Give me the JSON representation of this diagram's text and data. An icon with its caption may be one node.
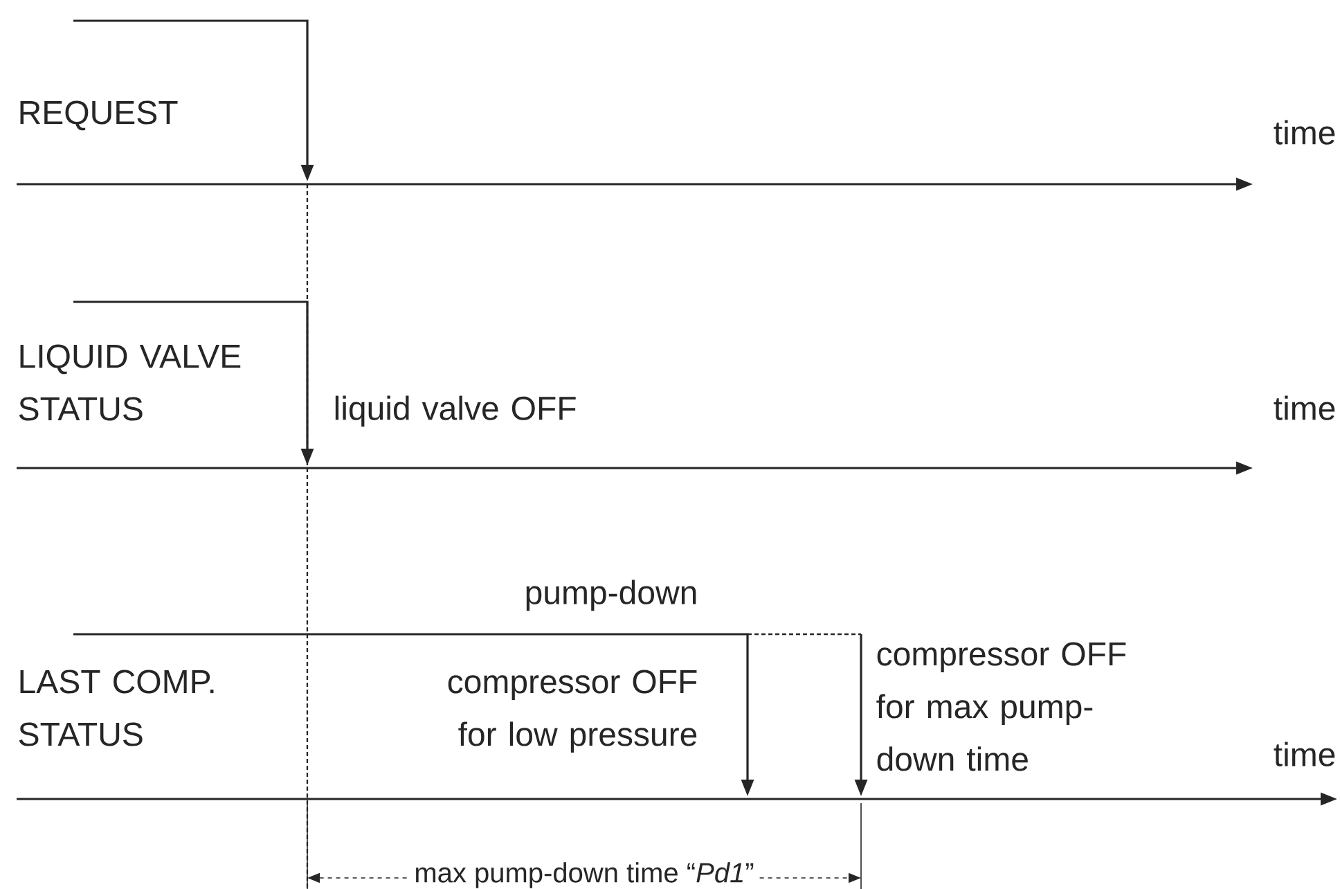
{
  "diagram": {
    "labels": [
      "REQUEST",
      "time",
      "LIQUID VALVE STATUS",
      "liquid valve OFF",
      "time",
      "pump-down",
      "LAST COMP. STATUS",
      "compressor OFF for low pressure",
      "compressor OFF for max pump-down time",
      "time",
      "max pump-down time “*Pd1*”"
    ]
  }
}
